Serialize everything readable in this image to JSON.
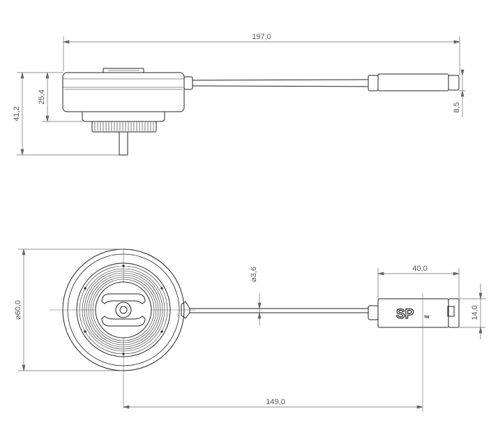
{
  "dimensions": {
    "total_length": "197,0",
    "total_height": "41,2",
    "body_height": "25,4",
    "plug_height": "8,5",
    "diameter": "⌀60,0",
    "cable_diameter": "⌀3,6",
    "plug_length": "40,0",
    "plug_width": "14,0",
    "center_distance": "149,0"
  },
  "logo": {
    "text": "SP",
    "mark": "TM"
  },
  "colors": {
    "line": "#222222",
    "dim": "#666666",
    "text": "#555555"
  }
}
